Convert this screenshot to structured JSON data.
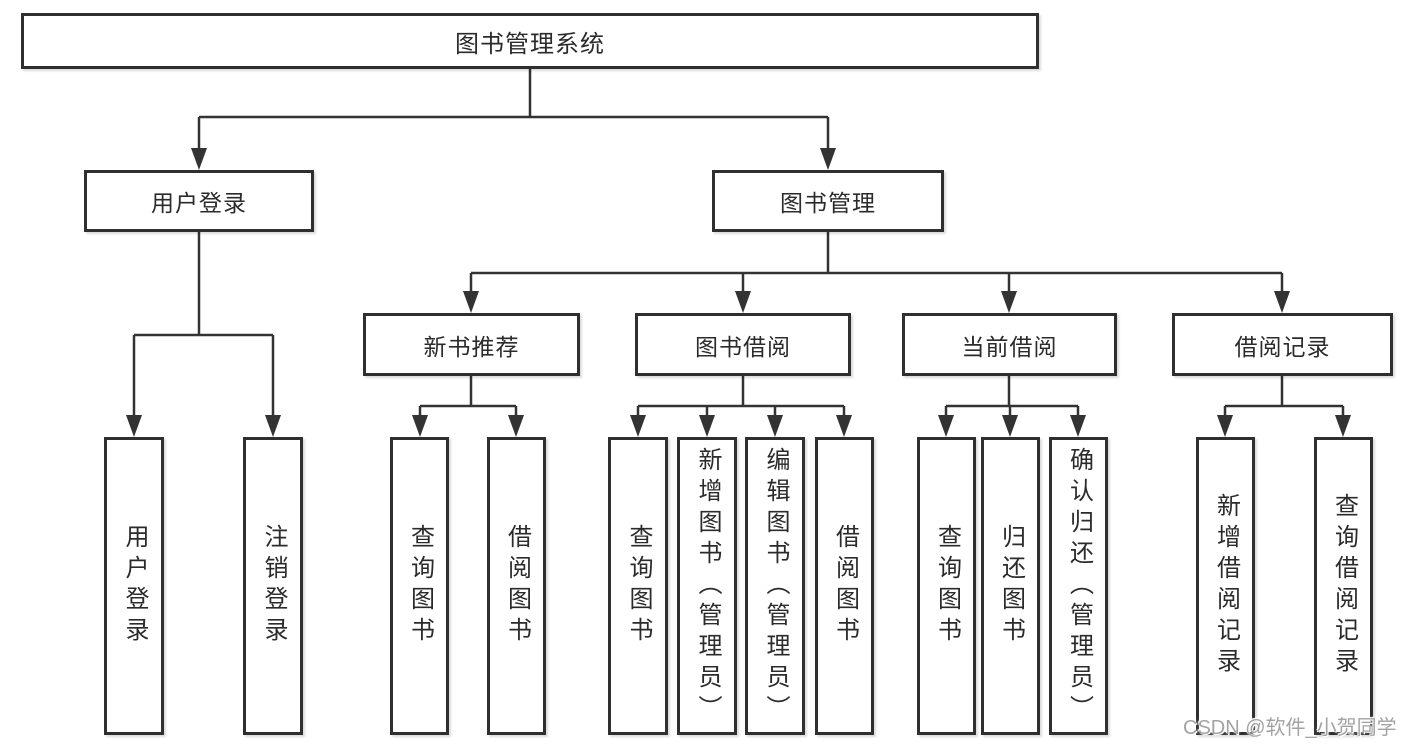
{
  "diagram": {
    "root": {
      "label": "图书管理系统"
    },
    "level2": [
      {
        "label": "用户登录"
      },
      {
        "label": "图书管理"
      }
    ],
    "level3": [
      {
        "label": "新书推荐"
      },
      {
        "label": "图书借阅"
      },
      {
        "label": "当前借阅"
      },
      {
        "label": "借阅记录"
      }
    ],
    "leaves": {
      "user_login": [
        "用户登录",
        "注销登录"
      ],
      "new_book_recommend": [
        "查询图书",
        "借阅图书"
      ],
      "book_borrow": [
        "查询图书",
        "新增图书（管理员）",
        "编辑图书（管理员）",
        "借阅图书"
      ],
      "current_borrow": [
        "查询图书",
        "归还图书",
        "确认归还（管理员）"
      ],
      "borrow_records": [
        "新增借阅记录",
        "查询借阅记录"
      ]
    },
    "colors": {
      "line": "#333333",
      "text": "#2b2b2b",
      "background": "#ffffff",
      "watermark_text": "#a3a3a3"
    }
  },
  "watermark": {
    "text": "CSDN @软件_小贺同学"
  }
}
